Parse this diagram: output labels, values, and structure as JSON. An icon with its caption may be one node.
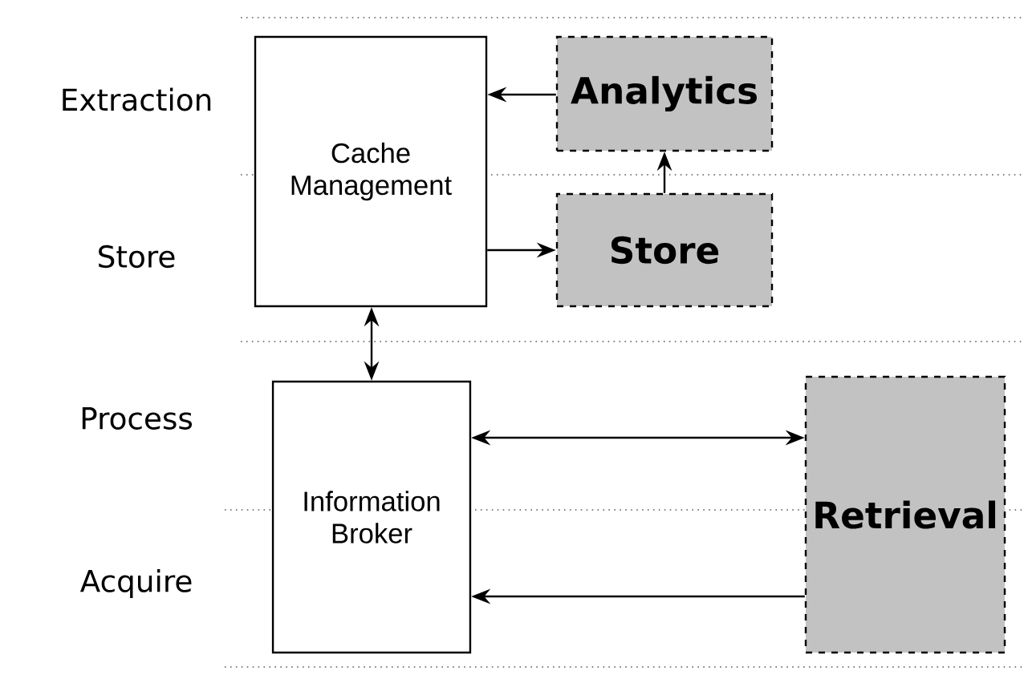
{
  "diagram": {
    "nodes": [
      {
        "text": [
          "Cache Management"
        ]
      },
      {
        "text": [
          "Analytics"
        ]
      },
      {
        "text": [
          "Store"
        ]
      },
      {
        "text": [
          "Information Broker"
        ]
      },
      {
        "text": [
          "Retrieval"
        ]
      }
    ],
    "edges": [
      {
        "from": 1,
        "to": 0,
        "arrow": "to"
      },
      {
        "from": 0,
        "to": 2,
        "arrow": "to"
      },
      {
        "from": 2,
        "to": 1,
        "arrow": "to"
      },
      {
        "from": 0,
        "to": 3,
        "arrow": "both"
      },
      {
        "from": 3,
        "to": 4,
        "arrow": "both"
      },
      {
        "from": 4,
        "to": 3,
        "arrow": "to"
      }
    ],
    "labels": [
      "Extraction",
      "Store",
      "Process",
      "Acquire"
    ]
  }
}
